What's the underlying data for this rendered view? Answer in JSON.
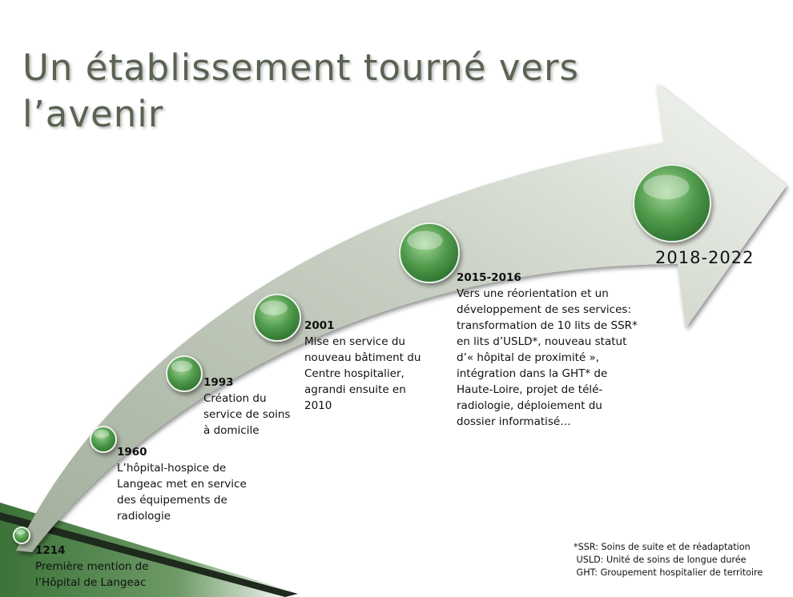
{
  "title": "Un établissement tourné vers l’avenir",
  "colors": {
    "arrow_light": "#f4f6f2",
    "arrow_dark": "#a3ae9c",
    "node_light": "#a6d69a",
    "node_dark": "#2c6e2e",
    "band_green": "#3b7238",
    "title_color": "#5a6352"
  },
  "events": [
    {
      "year": "1214",
      "text": "Première mention de l’Hôpital de Langeac"
    },
    {
      "year": "1960",
      "text": "L’hôpital-hospice de Langeac met en service des équipements de radiologie"
    },
    {
      "year": "1993",
      "text": "Création du service de soins à domicile"
    },
    {
      "year": "2001",
      "text": "Mise en service du nouveau bâtiment du Centre hospitalier, agrandi ensuite en 2010"
    },
    {
      "year": "2015-2016",
      "text": "Vers une réorientation et un développement de ses services: transformation de 10 lits de SSR* en lits d’USLD*, nouveau statut d’« hôpital de proximité », intégration dans la GHT* de Haute-Loire, projet de télé-radiologie, déploiement du dossier informatisé…"
    },
    {
      "year": "2018-2022",
      "text": ""
    }
  ],
  "footnotes": [
    "*SSR: Soins de suite et de réadaptation",
    " USLD: Unité de soins de longue durée",
    " GHT: Groupement hospitalier de territoire"
  ]
}
